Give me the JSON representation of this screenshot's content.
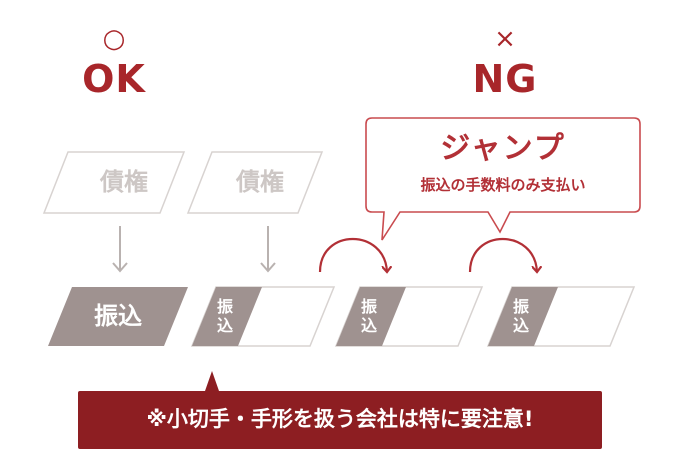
{
  "ok": {
    "mark": "○",
    "label": "OK"
  },
  "ng": {
    "mark": "×",
    "label": "NG"
  },
  "debt_label": "債権",
  "transfer_label": "振込",
  "transfer_small": [
    "振",
    "込"
  ],
  "callout": {
    "title": "ジャンプ",
    "subtitle": "振込の手数料のみ支払い"
  },
  "banner": {
    "text": "※小切手・手形を扱う会社は特に要注意!"
  },
  "colors": {
    "accent": "#a8262a",
    "callout_border": "#c94b4f",
    "gray_block": "#9f9290",
    "outline_gray": "#d8d3d1",
    "debt_text": "#cdc7c5",
    "banner_bg": "#8d1e22"
  }
}
